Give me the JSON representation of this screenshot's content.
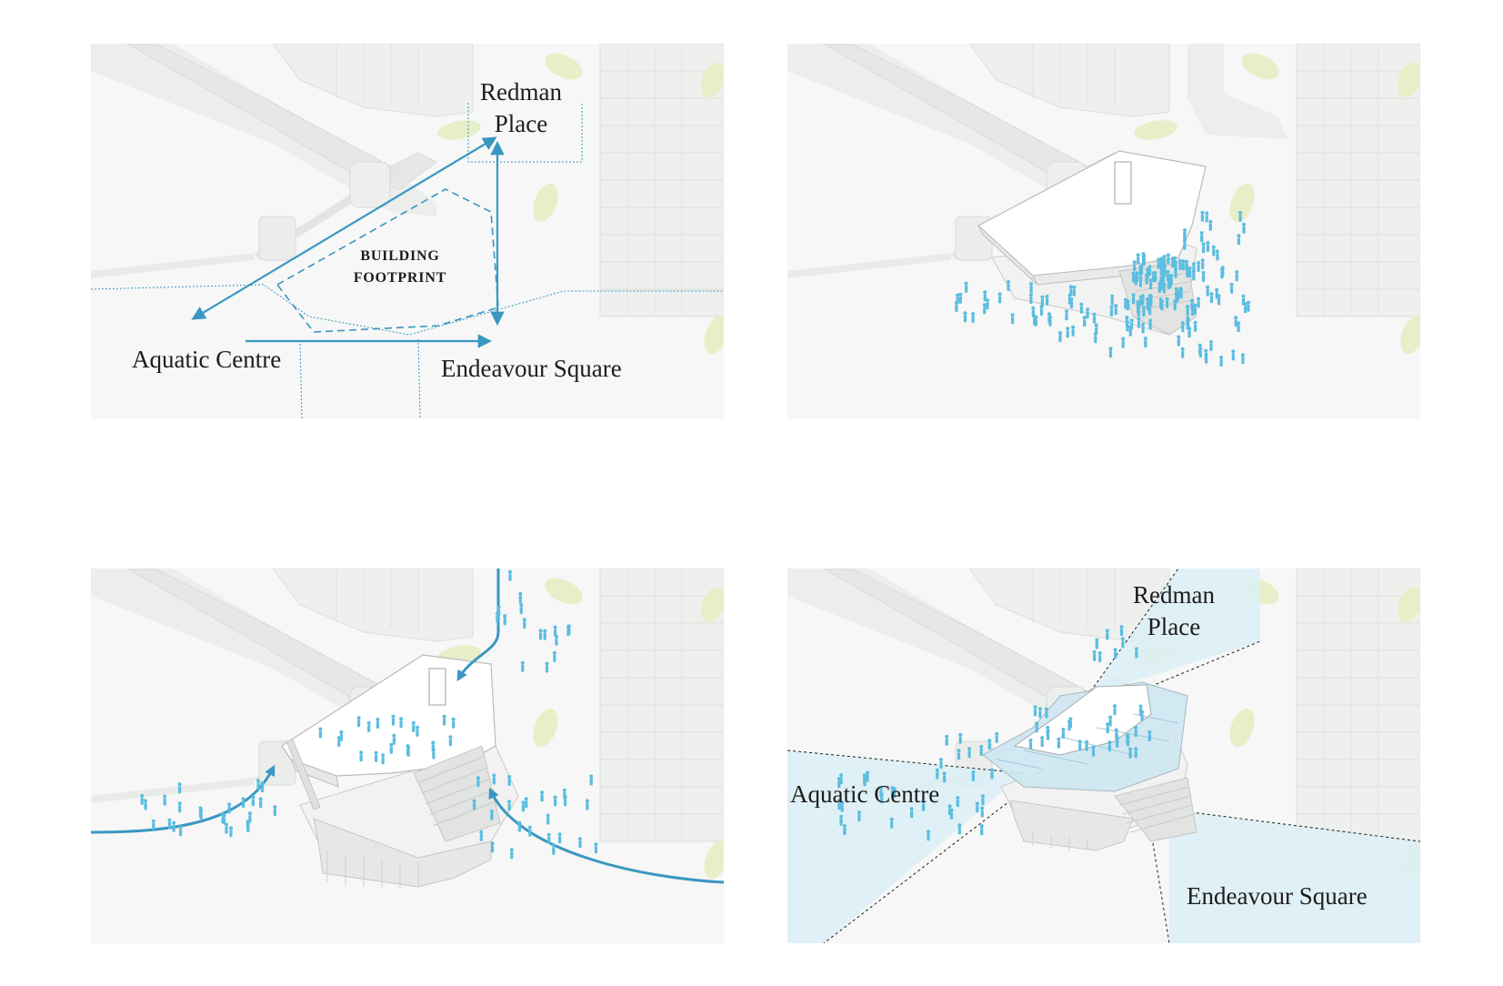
{
  "panels": [
    {
      "id": "site-connections",
      "labels": {
        "redman_place": [
          "Redman",
          "Place"
        ],
        "building_footprint": [
          "BUILDING",
          "FOOTPRINT"
        ],
        "aquatic_centre": "Aquatic Centre",
        "endeavour_square": "Endeavour Square"
      }
    },
    {
      "id": "building-mass-crowd"
    },
    {
      "id": "pedestrian-flows"
    },
    {
      "id": "view-corridors",
      "labels": {
        "redman_place": [
          "Redman",
          "Place"
        ],
        "aquatic_centre": "Aquatic Centre",
        "endeavour_square": "Endeavour Square"
      }
    }
  ],
  "colors": {
    "accent_blue": "#3a97c2",
    "crowd_blue": "#5bbde0",
    "grass_green": "#e8efc8",
    "view_fill": "#dbeef6",
    "text": "#1d1d1b"
  }
}
